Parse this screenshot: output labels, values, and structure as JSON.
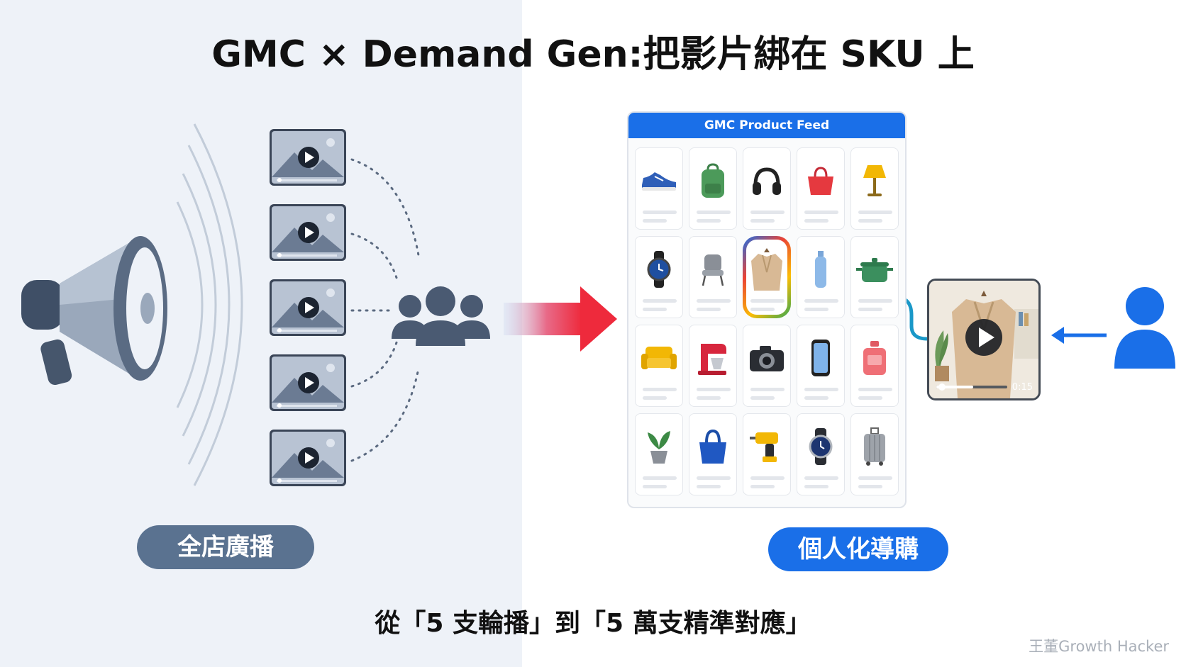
{
  "title": "GMC × Demand Gen:把影片綁在 SKU 上",
  "left": {
    "label": "全店廣播",
    "video_count": 5
  },
  "right": {
    "label": "個人化導購",
    "feed_title": "GMC Product Feed",
    "highlighted_product": "coat-icon",
    "video_time": "0:15",
    "products": [
      "sneaker-icon",
      "backpack-icon",
      "headphones-icon",
      "handbag-icon",
      "lamp-icon",
      "watch-icon",
      "chair-icon",
      "coat-icon",
      "bottle-icon",
      "pot-icon",
      "sofa-icon",
      "mixer-icon",
      "camera-icon",
      "phone-icon",
      "perfume-icon",
      "plant-icon",
      "tote-bag-icon",
      "drill-icon",
      "wristwatch-icon",
      "suitcase-icon"
    ]
  },
  "caption": "從「5 支輪播」到「5 萬支精準對應」",
  "watermark": "王董Growth Hacker",
  "colors": {
    "accent_blue": "#1a6fe8",
    "slate": "#5a7290",
    "arrow_red": "#ee2a3c"
  }
}
